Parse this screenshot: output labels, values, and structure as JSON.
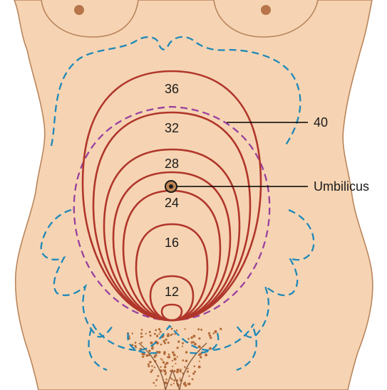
{
  "fundal_heights": [
    {
      "label": "36"
    },
    {
      "label": "32"
    },
    {
      "label": "28"
    },
    {
      "label": "24"
    },
    {
      "label": "16"
    },
    {
      "label": "12"
    }
  ],
  "callouts": {
    "forty": "40",
    "umbilicus": "Umbilicus"
  },
  "colors": {
    "skin": "#f6d4b3",
    "skin_shadow": "#e8b68c",
    "outline": "#b9855c",
    "fundus_line": "#b0362b",
    "term_dashed": "#9a3f9e",
    "blue_dashed": "#1f88b8",
    "nipple": "#b8744a",
    "hair": "#b36b3a",
    "leader": "#000000"
  }
}
